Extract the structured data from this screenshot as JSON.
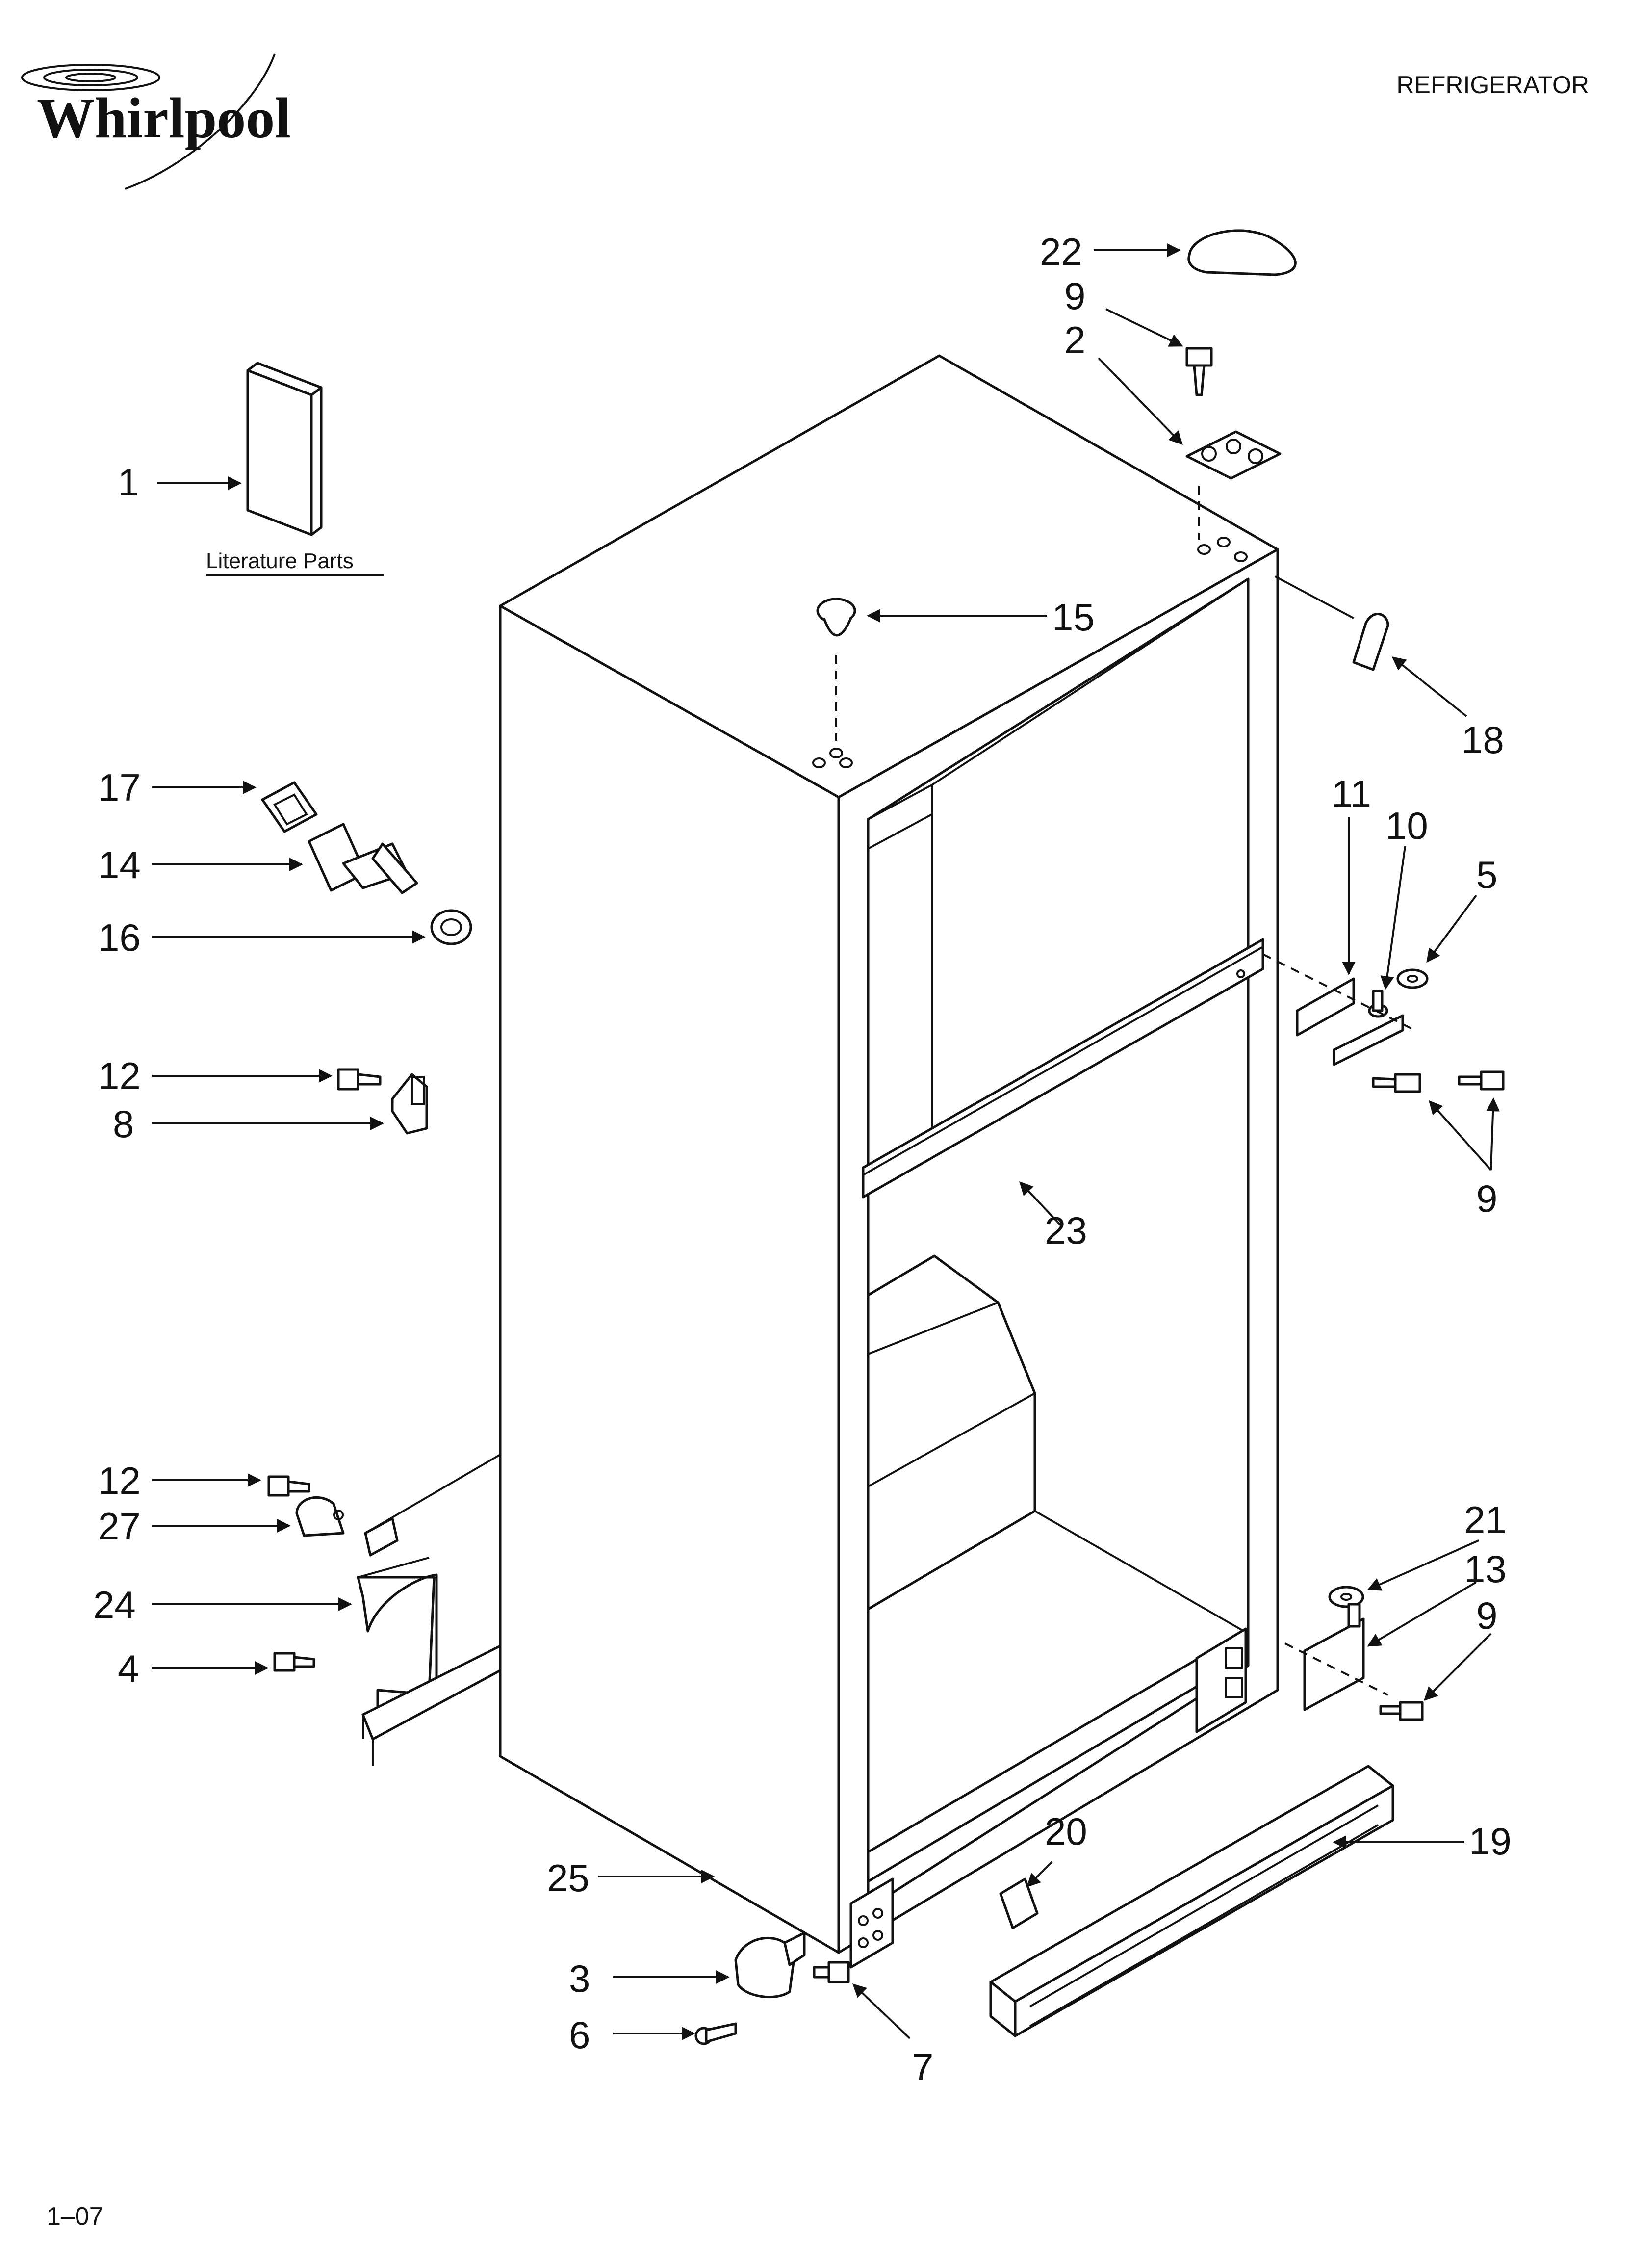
{
  "header": {
    "brand": "Whirlpool",
    "title": "REFRIGERATOR"
  },
  "literature_label": "Literature Parts",
  "footer": {
    "code": "1–07"
  },
  "callouts": {
    "c1": "1",
    "c2": "2",
    "c3": "3",
    "c4": "4",
    "c5": "5",
    "c6": "6",
    "c7": "7",
    "c8": "8",
    "c9a": "9",
    "c9b": "9",
    "c9c": "9",
    "c10": "10",
    "c11": "11",
    "c12a": "12",
    "c12b": "12",
    "c13": "13",
    "c14": "14",
    "c15": "15",
    "c16": "16",
    "c17": "17",
    "c18": "18",
    "c19": "19",
    "c20": "20",
    "c21": "21",
    "c22": "22",
    "c23": "23",
    "c24": "24",
    "c25": "25",
    "c27": "27"
  }
}
